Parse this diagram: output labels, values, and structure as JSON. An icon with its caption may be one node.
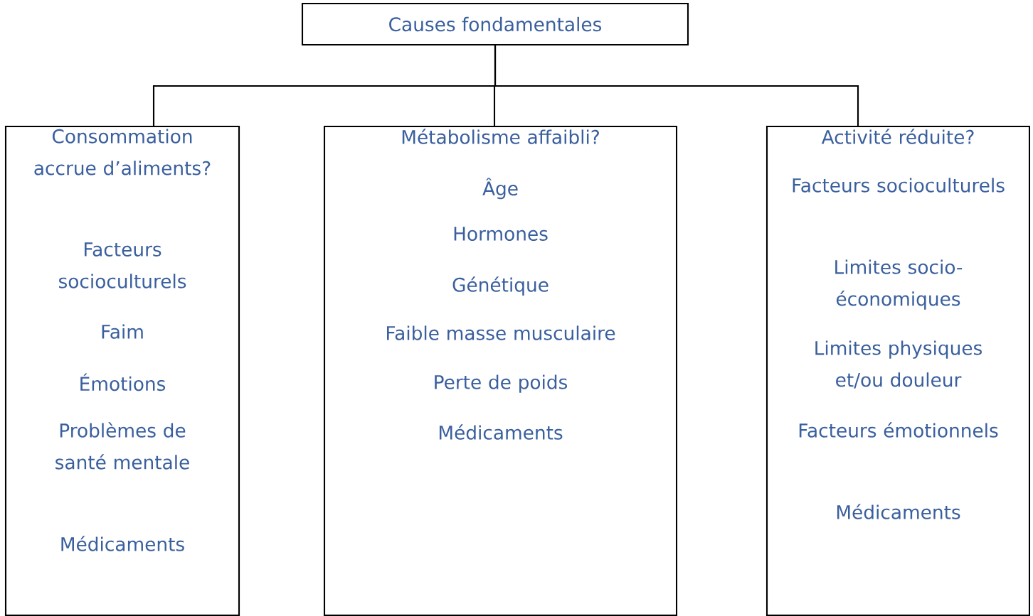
{
  "diagram": {
    "nodes": [
      {
        "text": [
          "Causes fondamentales"
        ]
      },
      {
        "text": [
          "Consommation accrue d’aliments?",
          "Facteurs socioculturels",
          "Faim",
          "Émotions",
          "Problèmes de santé mentale",
          "Médicaments"
        ]
      },
      {
        "text": [
          "Métabolisme affaibli?",
          "Âge",
          "Hormones",
          "Génétique",
          "Faible masse musculaire",
          "Perte de poids",
          "Médicaments"
        ]
      },
      {
        "text": [
          "Activité réduite?",
          "Facteurs socioculturels",
          "Limites socio-économiques",
          "Limites physiques et/ou douleur",
          "Facteurs émotionnels",
          "Médicaments"
        ]
      }
    ],
    "edges": [
      {
        "from": 0,
        "to": 1,
        "arrow": "none"
      },
      {
        "from": 0,
        "to": 2,
        "arrow": "none"
      },
      {
        "from": 0,
        "to": 3,
        "arrow": "none"
      }
    ]
  }
}
